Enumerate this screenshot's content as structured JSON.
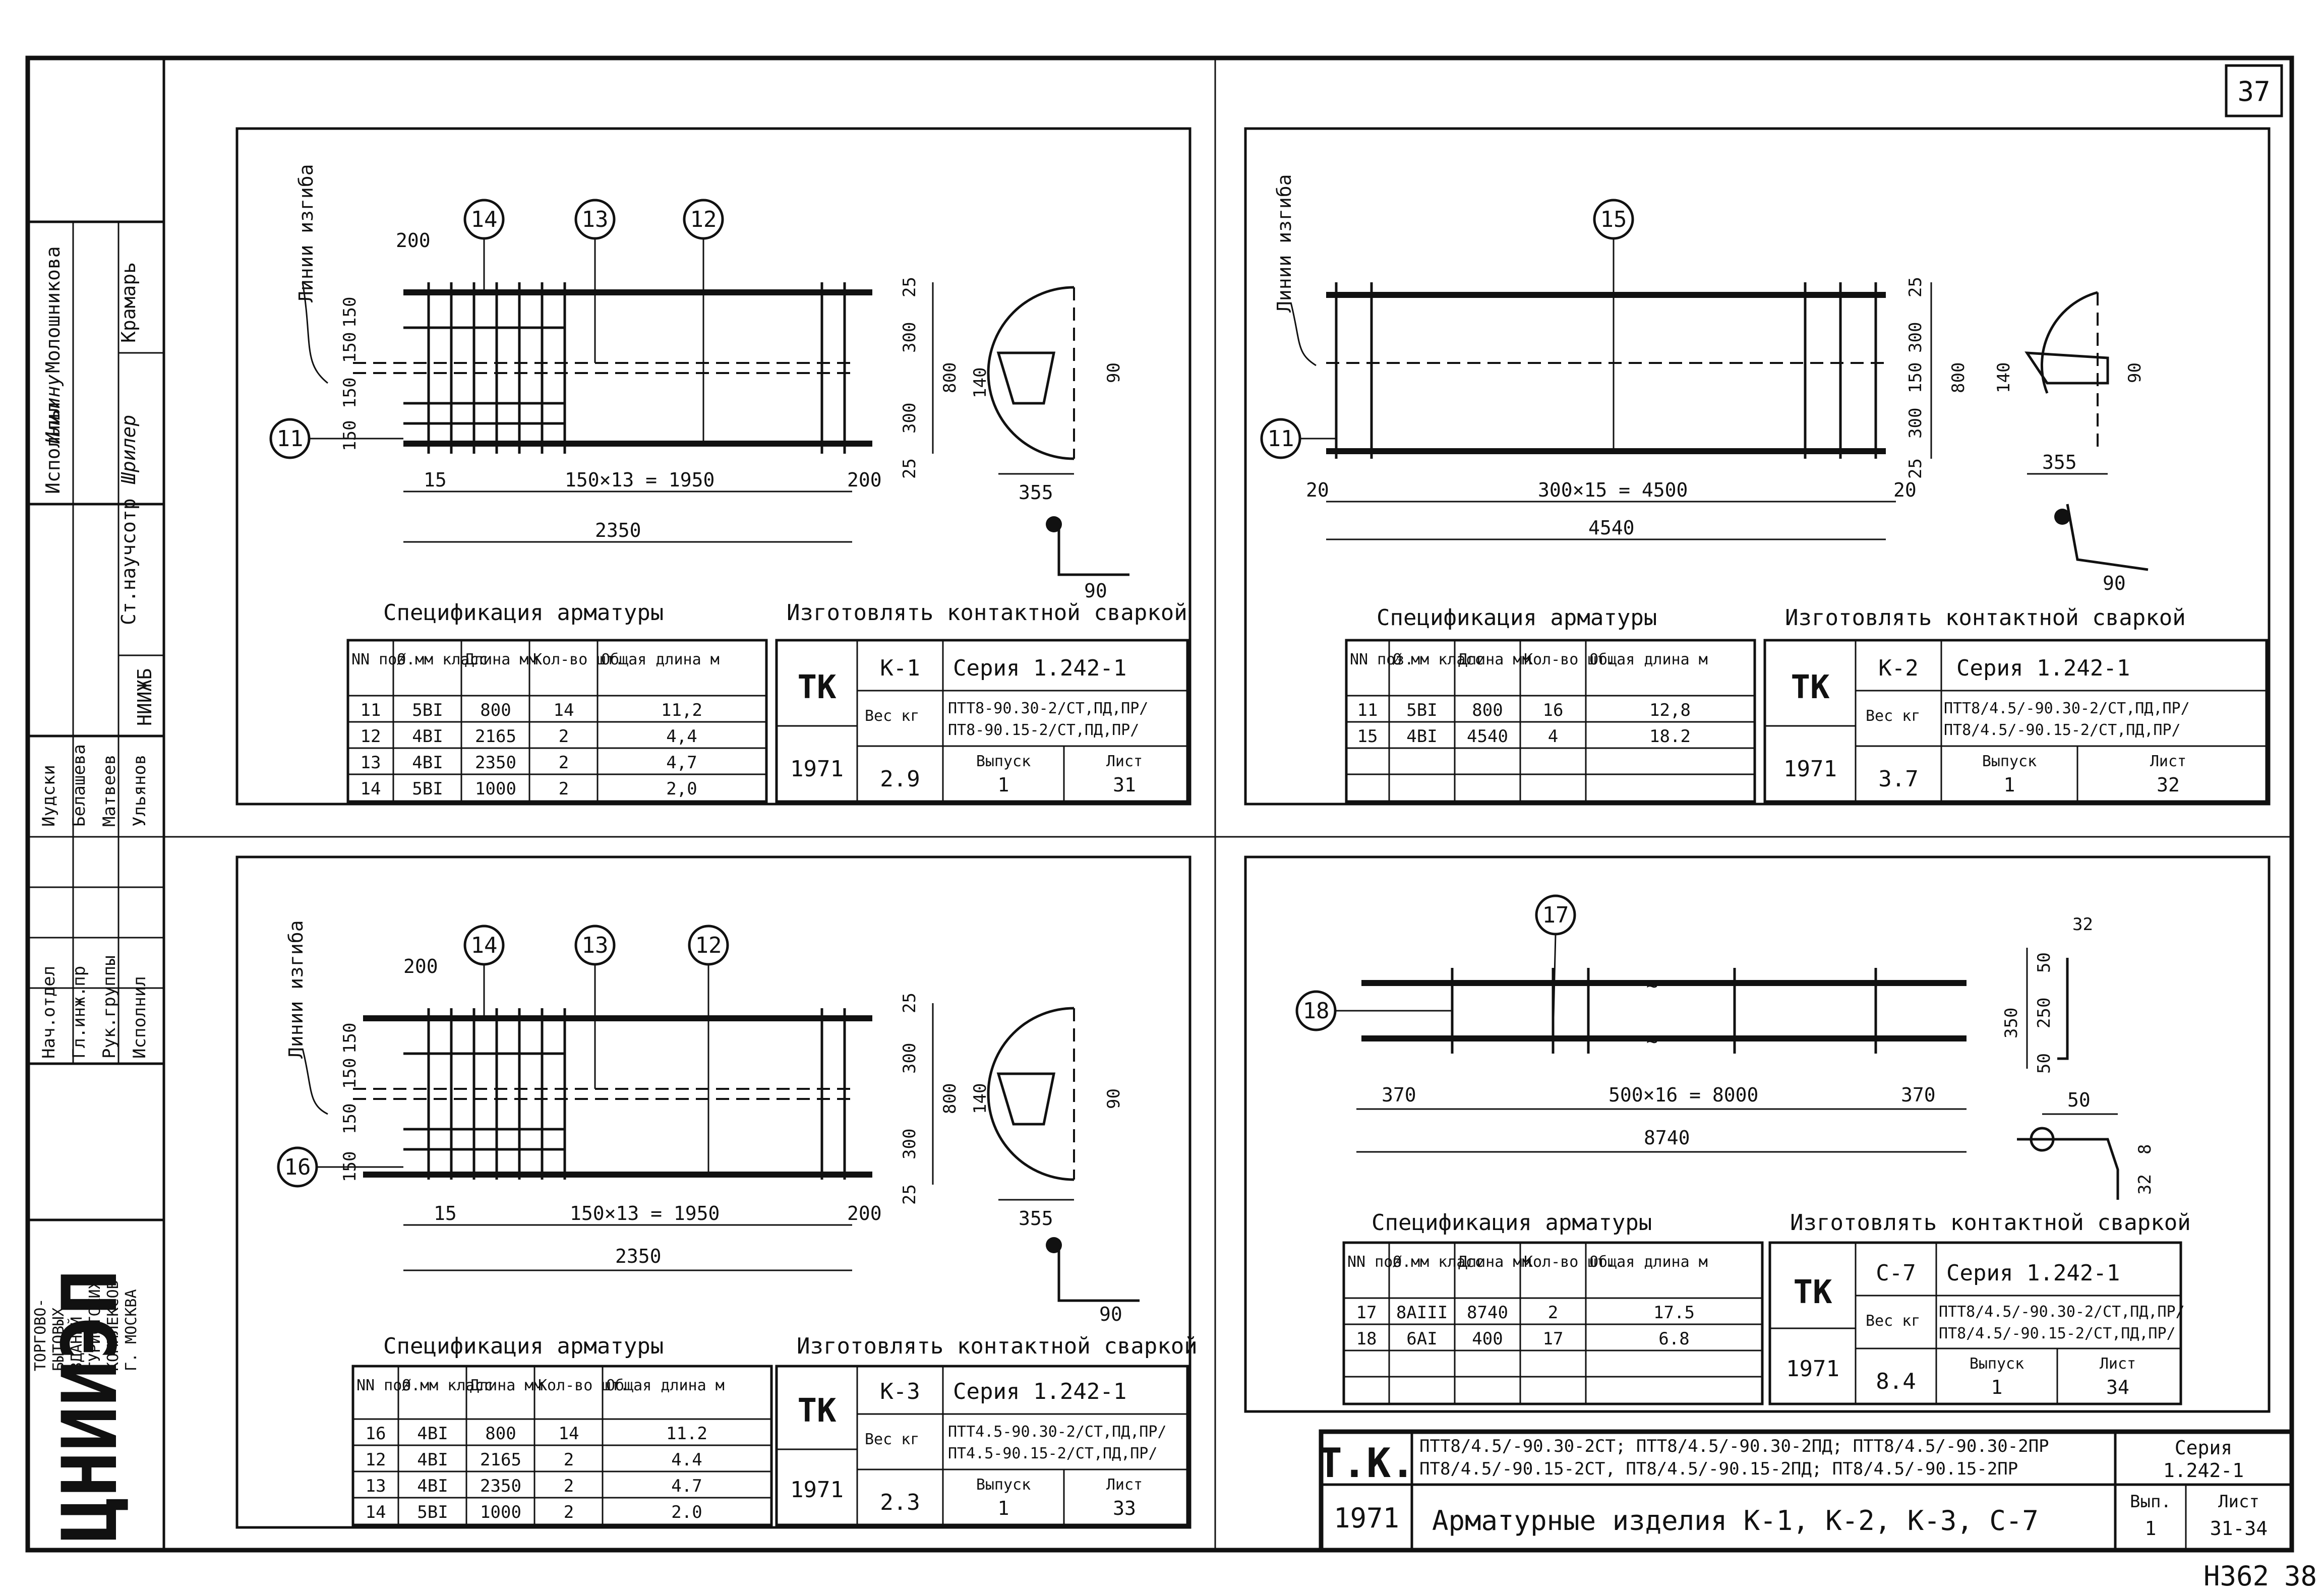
{
  "sheet_number": "37",
  "bottom_notes": {
    "inv": "Н362",
    "page": "38"
  },
  "left_strip": {
    "top_rows": [
      {
        "role": "Исполнил",
        "sign": "Ильину",
        "name": "Молошникова"
      },
      {
        "role": "Ст.научсотр",
        "sign": "Шрилер",
        "name": "Крамарь"
      },
      {
        "role": "НИИЖБ",
        "sign": "",
        "name": ""
      }
    ],
    "mid_rows": [
      {
        "role": "Нач.отдел",
        "sign": "Иудски",
        "name": "Иудски"
      },
      {
        "role": "Гл.инж.пр",
        "sign": "Белаш",
        "name": "Белашева"
      },
      {
        "role": "Рук.группы",
        "sign": "Матвеев",
        "name": "Матвеев"
      },
      {
        "role": "Исполнил",
        "sign": "Ульянов",
        "name": "Ульянов"
      }
    ],
    "org_lines": [
      "ТОРГОВО-",
      "БЫТОВЫХ",
      "ЗДАНИЙ И",
      "ТУРИСТСКИХ",
      "КОМПЛЕКСОВ",
      "Г. МОСКВА"
    ],
    "logo": "ЦНИИЭП"
  },
  "common": {
    "bend_lines": "Линии изгиба",
    "spec_title": "Спецификация арматуры",
    "weld_note": "Изготовлять контактной сваркой",
    "spec_headers": [
      "NN поз.",
      "Ø мм класс",
      "Длина мм",
      "Кол-во шт.",
      "Общая длина м"
    ],
    "tb_tk": "ТК",
    "tb_year": "1971",
    "tb_weight": "Вес кг",
    "tb_issue": "Выпуск",
    "tb_sheet": "Лист"
  },
  "panels": [
    {
      "id": "K-1",
      "callouts": [
        "14",
        "13",
        "12",
        "11"
      ],
      "dims": {
        "top": "200",
        "v1": "150",
        "v2": "150",
        "v3": "150",
        "v4": "150",
        "inner": "150×13 = 1950",
        "left": "15",
        "right": "200",
        "total": "2350",
        "r25a": "25",
        "r300a": "300",
        "r800": "800",
        "r300b": "300",
        "r25b": "25",
        "s140": "140",
        "s90": "90",
        "s355": "355",
        "s90b": "90"
      },
      "rows": [
        [
          "11",
          "5BI",
          "800",
          "14",
          "11,2"
        ],
        [
          "12",
          "4BI",
          "2165",
          "2",
          "4,4"
        ],
        [
          "13",
          "4BI",
          "2350",
          "2",
          "4,7"
        ],
        [
          "14",
          "5BI",
          "1000",
          "2",
          "2,0"
        ]
      ],
      "tb": {
        "mark": "К-1",
        "series": "Серия 1.242-1",
        "weight": "2.9",
        "l1": "ПТТ8-90.30-2/СТ,ПД,ПР/",
        "l2": "ПТ8-90.15-2/СТ,ПД,ПР/",
        "issue": "1",
        "sheet": "31"
      }
    },
    {
      "id": "K-2",
      "callouts": [
        "15",
        "11"
      ],
      "dims": {
        "left": "20",
        "inner": "300×15 = 4500",
        "right": "20",
        "total": "4540",
        "r25a": "25",
        "r300a": "300",
        "r150": "150",
        "r300b": "300",
        "r25b": "25",
        "r800": "800",
        "s140": "140",
        "s90": "90",
        "s355": "355",
        "s90b": "90"
      },
      "rows": [
        [
          "11",
          "5BI",
          "800",
          "16",
          "12,8"
        ],
        [
          "15",
          "4BI",
          "4540",
          "4",
          "18.2"
        ]
      ],
      "tb": {
        "mark": "К-2",
        "series": "Серия 1.242-1",
        "weight": "3.7",
        "l1": "ПТТ8/4.5/-90.30-2/СТ,ПД,ПР/",
        "l2": "ПТ8/4.5/-90.15-2/СТ,ПД,ПР/",
        "issue": "1",
        "sheet": "32"
      }
    },
    {
      "id": "K-3",
      "callouts": [
        "14",
        "13",
        "12",
        "16"
      ],
      "dims": {
        "top": "200",
        "v1": "150",
        "v2": "150",
        "v3": "150",
        "v4": "150",
        "inner": "150×13 = 1950",
        "left": "15",
        "right": "200",
        "total": "2350",
        "r25a": "25",
        "r300a": "300",
        "r800": "800",
        "r300b": "300",
        "r25b": "25",
        "s140": "140",
        "s90": "90",
        "s355": "355",
        "s90b": "90"
      },
      "rows": [
        [
          "16",
          "4BI",
          "800",
          "14",
          "11.2"
        ],
        [
          "12",
          "4BI",
          "2165",
          "2",
          "4.4"
        ],
        [
          "13",
          "4BI",
          "2350",
          "2",
          "4.7"
        ],
        [
          "14",
          "5BI",
          "1000",
          "2",
          "2.0"
        ]
      ],
      "tb": {
        "mark": "К-3",
        "series": "Серия 1.242-1",
        "weight": "2.3",
        "l1": "ПТТ4.5-90.30-2/СТ,ПД,ПР/",
        "l2": "ПТ4.5-90.15-2/СТ,ПД,ПР/",
        "issue": "1",
        "sheet": "33"
      }
    },
    {
      "id": "C-7",
      "callouts": [
        "17",
        "18"
      ],
      "dims": {
        "left": "370",
        "inner": "500×16 = 8000",
        "right": "370",
        "total": "8740",
        "h350": "350",
        "h50a": "50",
        "h250": "250",
        "h50b": "50",
        "w32": "32",
        "d50": "50",
        "d8": "8",
        "d32": "32"
      },
      "rows": [
        [
          "17",
          "8AIII",
          "8740",
          "2",
          "17.5"
        ],
        [
          "18",
          "6AI",
          "400",
          "17",
          "6.8"
        ]
      ],
      "tb": {
        "mark": "С-7",
        "series": "Серия 1.242-1",
        "weight": "8.4",
        "l1": "ПТТ8/4.5/-90.30-2/СТ,ПД,ПР/",
        "l2": "ПТ8/4.5/-90.15-2/СТ,ПД,ПР/",
        "issue": "1",
        "sheet": "34"
      }
    }
  ],
  "main_title": {
    "tk": "Т.К.",
    "year": "1971",
    "line1": "ПТТ8/4.5/-90.30-2СТ; ПТТ8/4.5/-90.30-2ПД; ПТТ8/4.5/-90.30-2ПР",
    "line2": "ПТ8/4.5/-90.15-2СТ, ПТ8/4.5/-90.15-2ПД; ПТ8/4.5/-90.15-2ПР",
    "title": "Арматурные изделия  К-1, К-2, К-3, С-7",
    "series_label": "Серия",
    "series_value": "1.242-1",
    "issue_label": "Вып.",
    "issue_value": "1",
    "sheet_label": "Лист",
    "sheet_value": "31-34"
  }
}
